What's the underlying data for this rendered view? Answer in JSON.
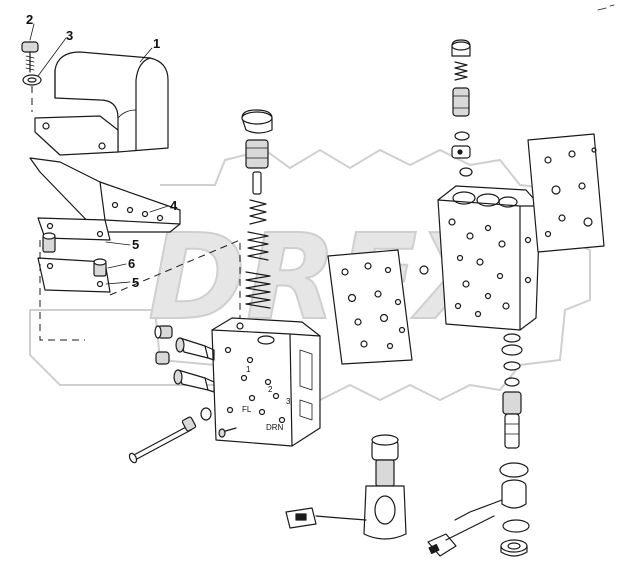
{
  "diagram": {
    "callouts": [
      {
        "id": "c1",
        "label": "1"
      },
      {
        "id": "c2",
        "label": "2"
      },
      {
        "id": "c3",
        "label": "3"
      },
      {
        "id": "c4",
        "label": "4"
      },
      {
        "id": "c5a",
        "label": "5"
      },
      {
        "id": "c6",
        "label": "6"
      },
      {
        "id": "c5b",
        "label": "5"
      }
    ],
    "valve_markings": {
      "m1": "1",
      "m2": "2",
      "m3": "3",
      "fl": "FL",
      "drn": "DRN"
    },
    "watermark": {
      "text": "DREX",
      "color": "#cfcfcf"
    }
  }
}
